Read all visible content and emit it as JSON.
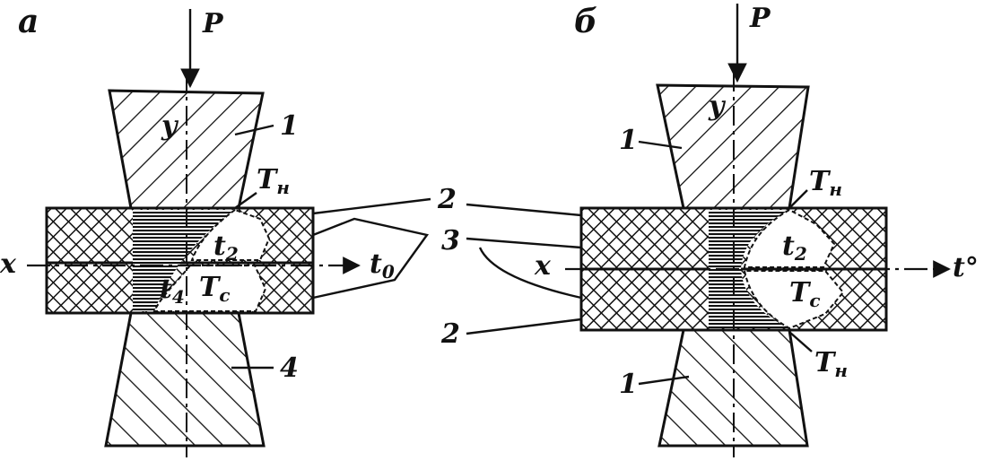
{
  "panel_a": {
    "letter": "а",
    "force": "P",
    "y_axis": "y",
    "x_axis": "x",
    "temp_axis": "t",
    "temp_axis_sub": "0",
    "T_n": "T",
    "T_n_sub": "н",
    "t2": "t",
    "t2_sub": "2",
    "t4": "t",
    "t4_sub": "4",
    "T_c": "T",
    "T_c_sub": "с",
    "label_1": "1",
    "label_4": "4"
  },
  "panel_b": {
    "letter": "б",
    "force": "P",
    "y_axis": "y",
    "x_axis": "x",
    "temp_axis": "t°",
    "T_n_top": "T",
    "T_n_top_sub": "н",
    "T_n_bottom": "T",
    "T_n_bottom_sub": "н",
    "t2": "t",
    "t2_sub": "2",
    "T_c": "T",
    "T_c_sub": "с",
    "label_1_top": "1",
    "label_1_bottom": "1"
  },
  "shared": {
    "label_2_top": "2",
    "label_3": "3",
    "label_2_bottom": "2"
  },
  "colors": {
    "ink": "#111111",
    "paper": "#ffffff"
  }
}
